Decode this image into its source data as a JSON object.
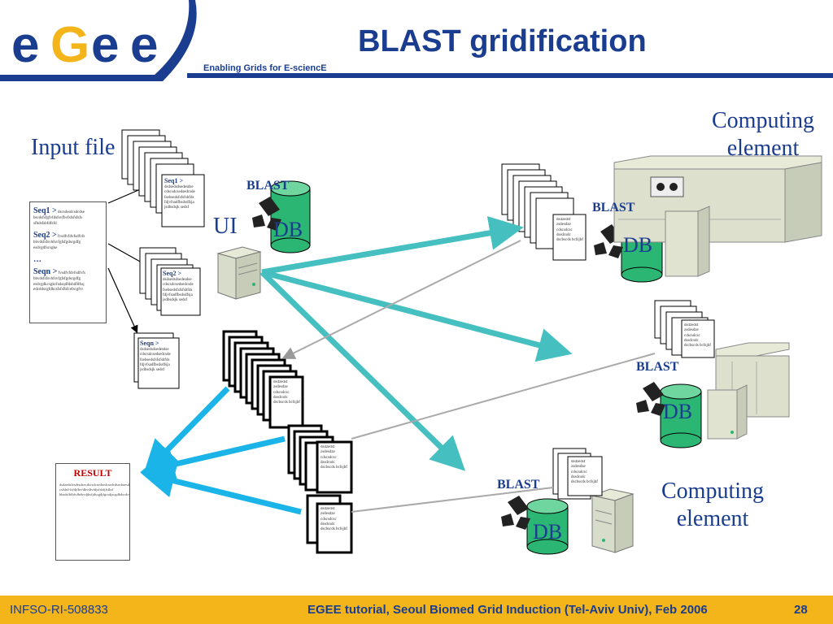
{
  "header": {
    "title": "BLAST gridification",
    "tagline": "Enabling Grids for E-sciencE",
    "logo_text": "eGee"
  },
  "footer": {
    "left": "INFSO-RI-508833",
    "right": "EGEE tutorial, Seoul Biomed Grid Induction (Tel-Aviv Univ), Feb 2006",
    "page": "28"
  },
  "labels": {
    "input_file": "Input file",
    "ui": "UI",
    "computing_element": "Computing element",
    "blast": "BLAST",
    "db": "DB",
    "result": "RESULT"
  },
  "input_file": {
    "seq1_label": "Seq1 >",
    "seq1_text": "dscsdssdcsdcdse bscdsfsfgfvfdsfsvfbvfsfsfsfsfs sfhdsfsbfdfsfd",
    "seq2_label": "Seq2 >",
    "seq2_text": "fvsdfvfdvfsdfvfs bhvdsfsfsvhfsvfgfsfgdscgdfg esdvgdfscsgke",
    "ellipsis": "…",
    "seqn_label": "Seqn >",
    "seqn_text": "fvsdfvfdvfsdfvfs bhvdsfsfsvhfsvfgfsfgdscgdfg esdvgdkcsgkcfsdsqdfdsbdfdfsq edcddscgfdhcsfsfsfbfcefscgfvr"
  },
  "split_docs": {
    "seq1_label": "Seq1 >",
    "seq2_label": "Seq2 >",
    "seqn_label": "Seqn >",
    "doc_text": "dsdsedsdsedesdse cdscsdcsedsedcsde fsebsedsfsfsfsbfds fdjvfsadfbsdsdfsja jsdbsdsjk sedsf"
  },
  "output_doc_text": "dsdzedsf zsdesdze cdscsdcsc dssdcsdc dscbscds bcfsjbf",
  "result_text": "dsdzedsfzsdesdzecdscsdcsedsedcsedcdsacbaesdsfsbcfsjbfvfsfvfvfsfbvfsbfsfa csfsbd-fsfdjfbvfdbvdfvfdjsfsbfjfsfbd bbsdsfbfbfvfbdsvdjhsfjdscgdjfgcsdjscgdkdscdcsflfsfdfsbdsfsdsfsfcefcgfvdscbslfbsfsfsfbbcsdsfsfjsbcbsdscsdfbcsdjsdsbsdsfhsdsfhsbfsbfsbsfsbsf"
}
